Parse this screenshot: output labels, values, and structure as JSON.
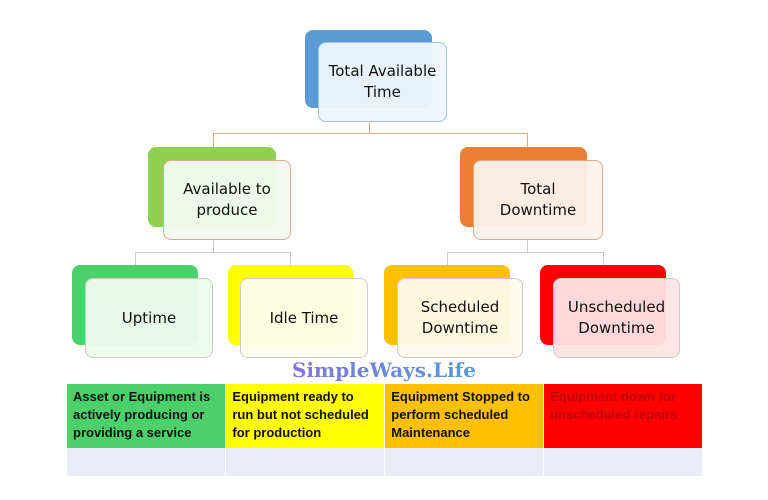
{
  "nodes": {
    "root": {
      "label": "Total Available Time",
      "color": "#5b9bd5"
    },
    "available": {
      "label": "Available to produce",
      "color": "#8fd04e"
    },
    "downtime": {
      "label": "Total Downtime",
      "color": "#ed7d31"
    },
    "uptime": {
      "label": "Uptime",
      "color": "#4cd06a"
    },
    "idle": {
      "label": "Idle Time",
      "color": "#ffff00"
    },
    "scheduled": {
      "label": "Scheduled Downtime",
      "color": "#ffc000"
    },
    "unscheduled": {
      "label": "Unscheduled Downtime",
      "color": "#ff0000"
    }
  },
  "logo": "SimpleWays.Life",
  "table": {
    "cells": [
      "Asset or Equipment is actively producing or providing a service",
      "Equipment ready to run but not scheduled for production",
      "Equipment Stopped to perform scheduled Maintenance",
      "Equipment down for unscheduled repairs"
    ]
  }
}
